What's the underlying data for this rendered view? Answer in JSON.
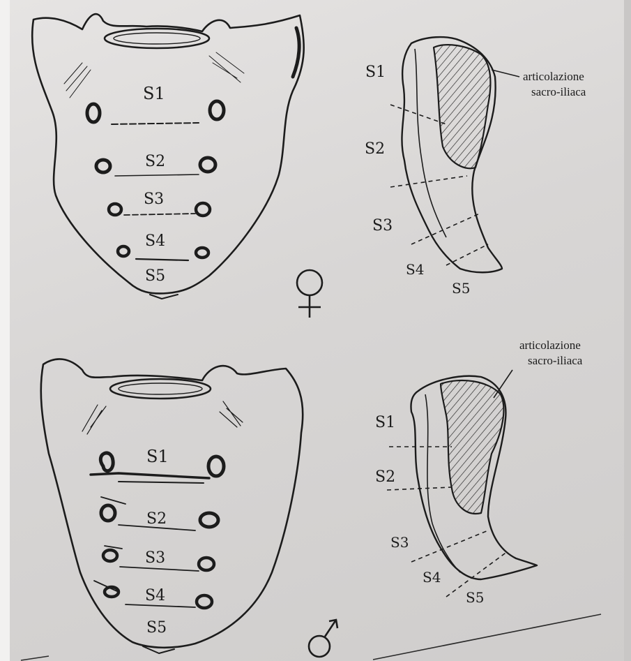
{
  "female": {
    "front_labels": [
      "S1",
      "S2",
      "S3",
      "S4",
      "S5"
    ],
    "side_labels": [
      "S1",
      "S2",
      "S3",
      "S4",
      "S5"
    ],
    "annotation_line1": "articolazione",
    "annotation_line2": "sacro-iliaca",
    "symbol": "♀",
    "symbol_name": "female-symbol"
  },
  "male": {
    "front_labels": [
      "S1",
      "S2",
      "S3",
      "S4",
      "S5"
    ],
    "side_labels": [
      "S1",
      "S2",
      "S3",
      "S4",
      "S5"
    ],
    "annotation_line1": "articolazione",
    "annotation_line2": "sacro-iliaca",
    "symbol": "♂",
    "symbol_name": "male-symbol"
  },
  "colors": {
    "ink": "#1c1c1c",
    "paper": "#e2e0df"
  }
}
